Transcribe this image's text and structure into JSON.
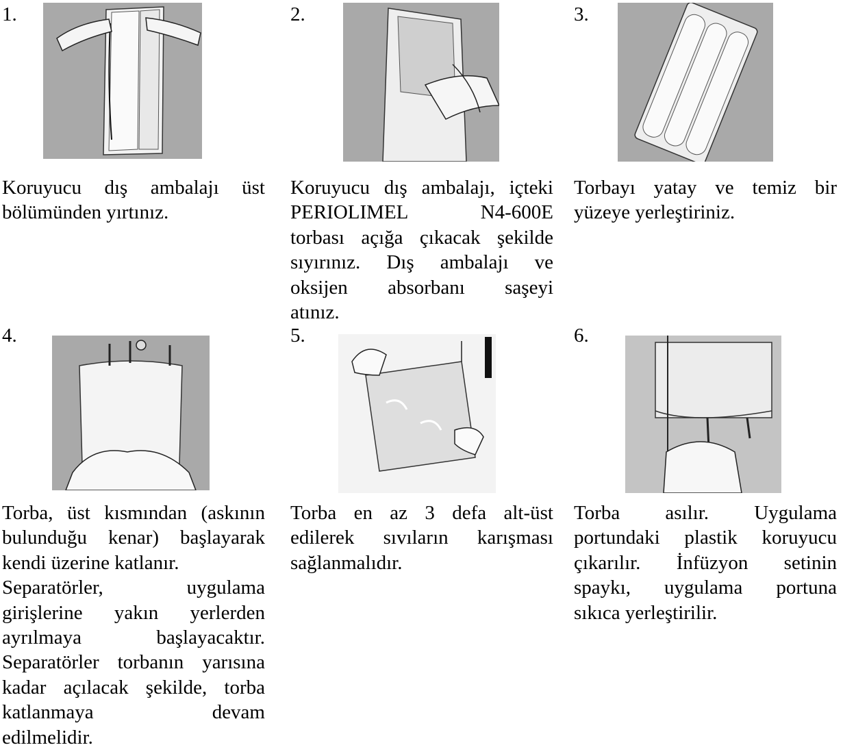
{
  "steps": [
    {
      "number": "1.",
      "lines": [
        {
          "t": "Koruyucu dış ambalajı üst",
          "j": true
        },
        {
          "t": "bölümünden yırtınız.",
          "j": false
        }
      ]
    },
    {
      "number": "2.",
      "lines": [
        {
          "t": "Koruyucu dış ambalajı, içteki",
          "j": true
        },
        {
          "t": "PERIOLIMEL N4-600E",
          "j": true
        },
        {
          "t": "torbası açığa çıkacak şekilde",
          "j": true
        },
        {
          "t": "sıyırınız. Dış ambalajı ve",
          "j": true
        },
        {
          "t": "oksijen absorbanı saşeyi",
          "j": true
        },
        {
          "t": "atınız.",
          "j": false
        }
      ]
    },
    {
      "number": "3.",
      "lines": [
        {
          "t": "Torbayı yatay ve temiz bir",
          "j": true
        },
        {
          "t": "yüzeye yerleştiriniz.",
          "j": false
        }
      ]
    },
    {
      "number": "4.",
      "lines": [
        {
          "t": "Torba, üst kısmından (askının",
          "j": true
        },
        {
          "t": "bulunduğu kenar) başlayarak",
          "j": true
        },
        {
          "t": "kendi üzerine katlanır.",
          "j": false
        },
        {
          "t": "Separatörler, uygulama",
          "j": true
        },
        {
          "t": "girişlerine yakın yerlerden",
          "j": true
        },
        {
          "t": "ayrılmaya başlayacaktır.",
          "j": true
        },
        {
          "t": "Separatörler torbanın yarısına",
          "j": true
        },
        {
          "t": "kadar açılacak şekilde, torba",
          "j": true
        },
        {
          "t": "katlanmaya devam",
          "j": true
        },
        {
          "t": "edilmelidir.",
          "j": false
        }
      ]
    },
    {
      "number": "5.",
      "lines": [
        {
          "t": "Torba en az 3 defa alt-üst",
          "j": true
        },
        {
          "t": "edilerek sıvıların karışması",
          "j": true
        },
        {
          "t": "sağlanmalıdır.",
          "j": false
        }
      ]
    },
    {
      "number": "6.",
      "lines": [
        {
          "t": "Torba asılır. Uygulama",
          "j": true
        },
        {
          "t": "portundaki plastik koruyucu",
          "j": true
        },
        {
          "t": "çıkarılır. İnfüzyon setinin",
          "j": true
        },
        {
          "t": "spaykı, uygulama portuna",
          "j": true
        },
        {
          "t": "sıkıca yerleştirilir.",
          "j": false
        }
      ]
    }
  ]
}
